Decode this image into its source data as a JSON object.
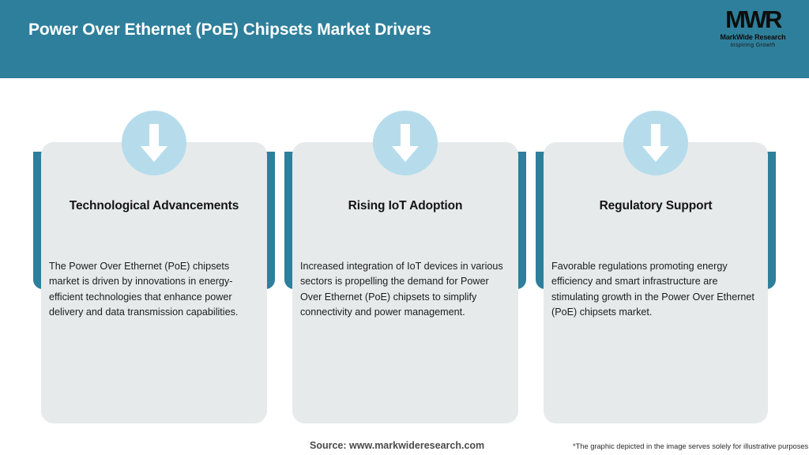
{
  "header": {
    "title": "Power Over Ethernet (PoE) Chipsets Market Drivers",
    "background_color": "#2e7f9b",
    "logo": {
      "mark": "MWR",
      "name": "MarkWide Research",
      "tagline": "Inspiring Growth"
    }
  },
  "theme": {
    "accent_teal": "#2e7f9b",
    "card_background": "#e6eaeb",
    "icon_circle": "#b6dcec",
    "arrow_color": "#ffffff",
    "page_background": "#ffffff"
  },
  "cards": [
    {
      "icon": "down-arrow-icon",
      "heading": "Technological Advancements",
      "body": "The Power Over Ethernet (PoE) chipsets market is driven by innovations in energy-efficient technologies that enhance power delivery and data transmission capabilities."
    },
    {
      "icon": "down-arrow-icon",
      "heading": "Rising IoT Adoption",
      "body": "Increased integration of IoT devices in various sectors is propelling the demand for Power Over Ethernet (PoE) chipsets to simplify connectivity and power management."
    },
    {
      "icon": "down-arrow-icon",
      "heading": "Regulatory Support",
      "body": "Favorable regulations promoting energy efficiency and smart infrastructure are stimulating growth in the Power Over Ethernet (PoE) chipsets market."
    }
  ],
  "footer": {
    "source": "Source: www.markwideresearch.com",
    "disclaimer": "*The graphic depicted in the image serves solely for illustrative purposes"
  }
}
